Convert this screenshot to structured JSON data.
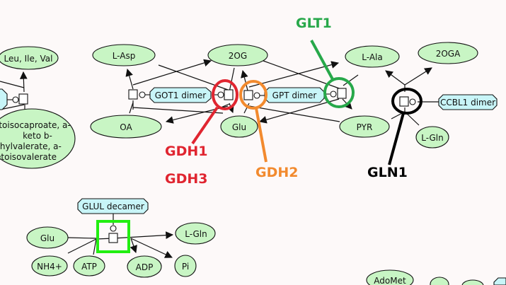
{
  "colors": {
    "metabolite_fill": "#c8f5c4",
    "complex_fill": "#c8f5f8",
    "edge": "#111111",
    "background": "#fdf9f9",
    "gdh1": "#e02530",
    "gdh2": "#f28a2e",
    "glt1": "#27a84a",
    "gln1": "#000000",
    "glul_box": "#22ee11"
  },
  "metabolites": {
    "leu_ile_val": "Leu, Ile, Val",
    "keto_acids": [
      "toisocaproate, a-",
      "keto b-",
      "thylvalerate, a-",
      "etoisovalerate"
    ],
    "l_asp": "L-Asp",
    "oa": "OA",
    "two_og": "2OG",
    "glu_top": "Glu",
    "l_ala": "L-Ala",
    "pyr": "PYR",
    "two_oga": "2OGA",
    "l_gln_right": "L-Gln",
    "glu_bottom": "Glu",
    "nh4": "NH4+",
    "atp": "ATP",
    "adp": "ADP",
    "l_gln_bottom": "L-Gln",
    "pi": "Pi",
    "adomet": "AdoMet"
  },
  "complexes": {
    "got1": "GOT1 dimer",
    "gpt": "GPT dimer",
    "ccbl1": "CCBL1 dimer",
    "glul": "GLUL decamer"
  },
  "annotations": {
    "glt1": "GLT1",
    "gdh1": "GDH1",
    "gdh3": "GDH3",
    "gdh2": "GDH2",
    "gln1": "GLN1"
  }
}
